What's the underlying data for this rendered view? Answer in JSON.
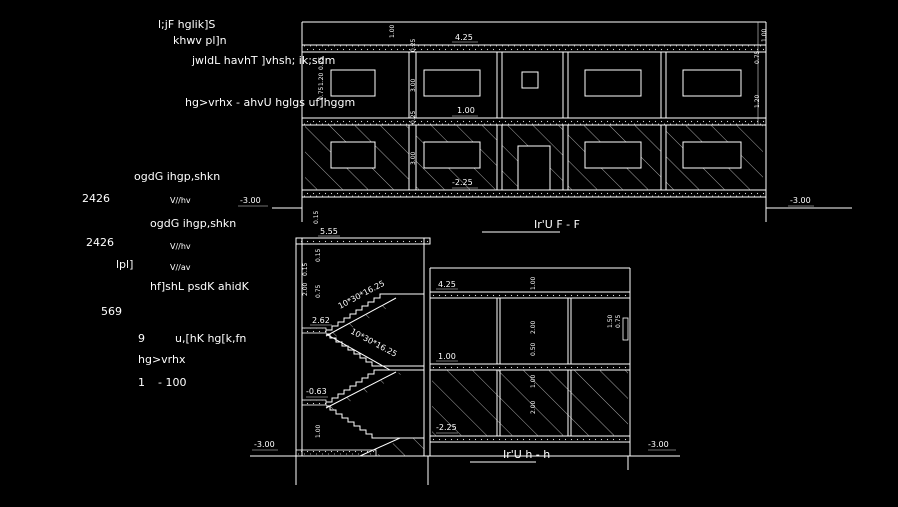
{
  "left_notes": [
    {
      "text": "l;jF hglik]S"
    },
    {
      "text": "khwv pl]n"
    },
    {
      "text": "jwldL havhT ]vhsh; ik;sdm"
    },
    {
      "text": "hg>vrhx -   ahvU hglgs uf]hggm"
    },
    {
      "text": "ogdG ihgp,shkn"
    },
    {
      "text": "2426"
    },
    {
      "text": "ogdG ihgp,shkn"
    },
    {
      "text": "2426"
    },
    {
      "text": "lpl]"
    },
    {
      "text": "hf]shL psdK ahidK"
    },
    {
      "text": "569"
    },
    {
      "text": "9"
    },
    {
      "text": "u,[hK hg[k,fn"
    },
    {
      "text": "hg>vrhx"
    },
    {
      "text": "1"
    },
    {
      "text": "- 100"
    }
  ],
  "small_notes": [
    "V//hv",
    "V//hv",
    "V//av"
  ],
  "top_section": {
    "title": "Ir'U   F -   F",
    "levels": [
      "4.25",
      "1.00",
      "-2.25",
      "-3.00",
      "-3.00"
    ],
    "dims": [
      "1.00",
      "0.25",
      "3.00",
      "0.25",
      "3.00",
      "1.20",
      "1.20",
      "0.75",
      "0.75",
      "1.00",
      "0.25"
    ]
  },
  "bottom_section": {
    "title": "Ir'U h  -   h",
    "levels": [
      "5.55",
      "4.25",
      "2.62",
      "1.00",
      "-0.63",
      "-2.25",
      "-3.00",
      "-3.00"
    ],
    "stair_labels": [
      "10*30*16.25",
      "10*30*16.25"
    ],
    "dims": [
      "0.15",
      "0.15",
      "2.00",
      "1.00",
      "0.75",
      "1.50",
      "2.00",
      "0.50",
      "1.00",
      "2.00",
      "1.00",
      "0.75",
      "0.15"
    ]
  }
}
